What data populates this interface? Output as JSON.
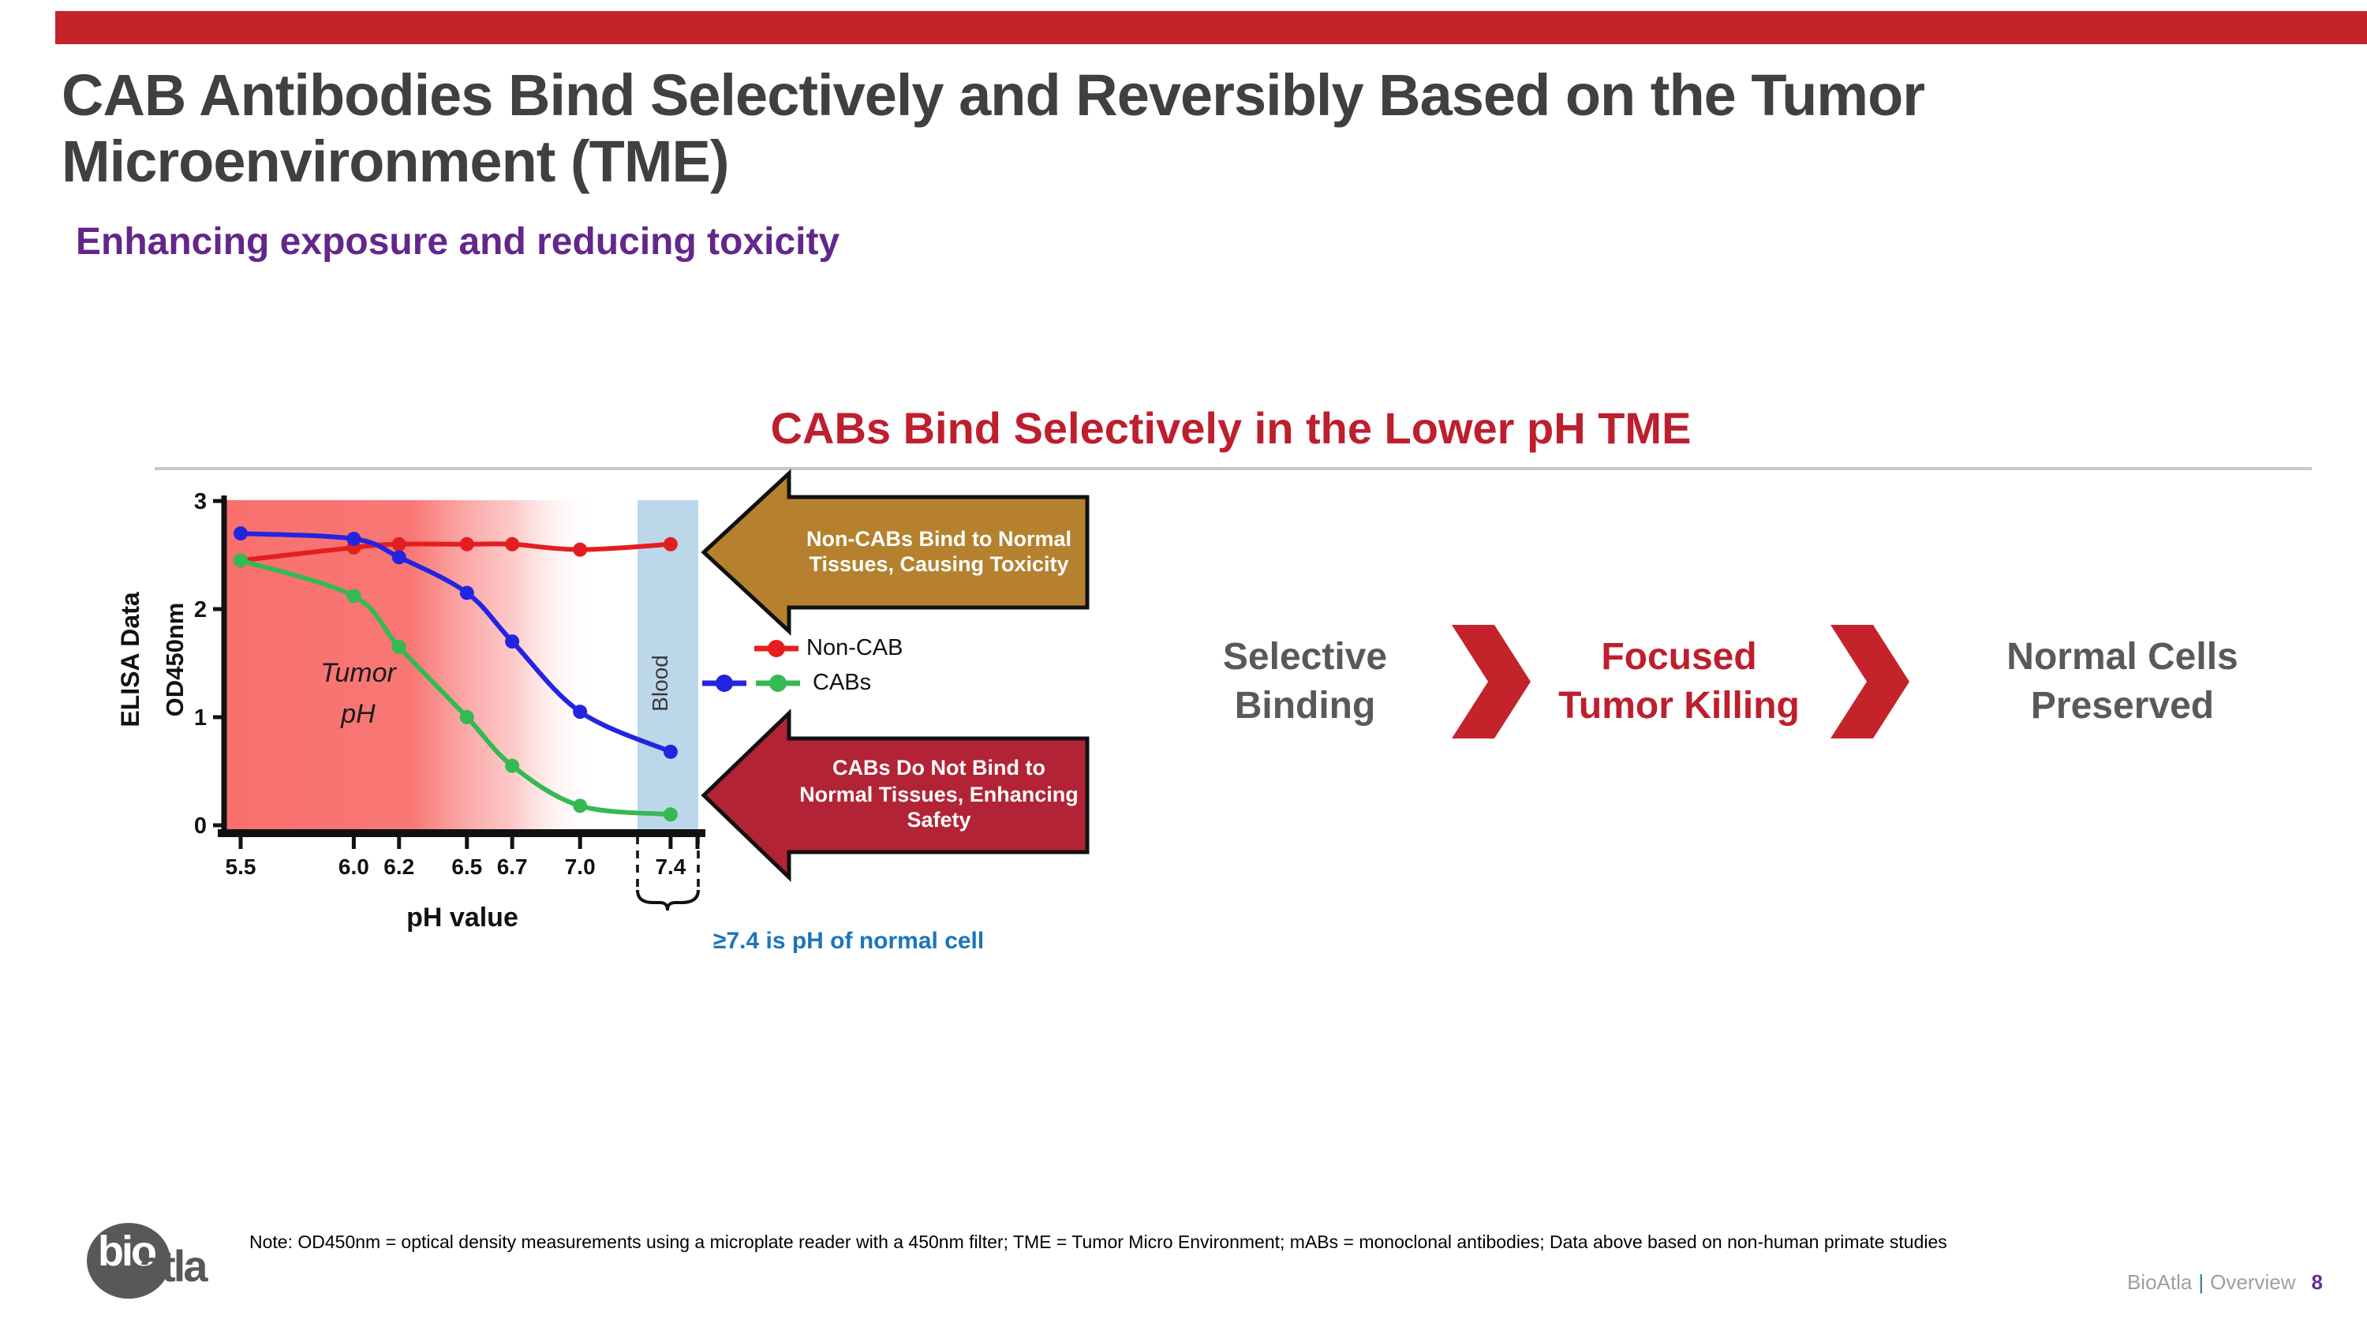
{
  "slide": {
    "top_bar_color": "#C4232C",
    "title_line1": "CAB Antibodies Bind Selectively and Reversibly Based on the Tumor",
    "title_line2": "Microenvironment (TME)",
    "subtitle": "Enhancing exposure and reducing toxicity",
    "footer": {
      "note": "Note: OD450nm = optical density measurements using a microplate reader with a 450nm filter; TME = Tumor Micro Environment; mABs = monoclonal antibodies; Data above based on non-human primate studies",
      "logo_bio": "bio",
      "logo_atla": "atla",
      "brand": "BioAtla",
      "separator": "|",
      "section": "Overview",
      "page_number": "8"
    }
  },
  "figure": {
    "title": "CABs Bind Selectively in the Lower pH TME",
    "callout_top": {
      "text_line1": "Non-CABs Bind to Normal",
      "text_line2": "Tissues, Causing Toxicity",
      "color": "#B5812E"
    },
    "callout_bottom": {
      "text_line1": "CABs Do Not Bind to",
      "text_line2": "Normal Tissues, Enhancing",
      "text_line3": "Safety",
      "color": "#B22335"
    },
    "legend": [
      {
        "label": "Non-CAB",
        "colors": [
          "#E41E20"
        ]
      },
      {
        "label": "CABs",
        "colors": [
          "#2424E0",
          "#35B952"
        ]
      }
    ],
    "ph_note": "≥7.4 is pH of normal cell"
  },
  "chart_data": {
    "type": "line",
    "title": "CABs Bind Selectively in the Lower pH TME",
    "x": [
      5.5,
      6.0,
      6.2,
      6.5,
      6.7,
      7.0,
      7.4
    ],
    "categories": [
      "5.5",
      "6.0",
      "6.2",
      "6.5",
      "6.7",
      "7.0",
      "7.4"
    ],
    "series": [
      {
        "name": "Non-CAB",
        "color": "#E41E20",
        "values": [
          2.45,
          2.57,
          2.6,
          2.6,
          2.6,
          2.55,
          2.6
        ]
      },
      {
        "name": "CABs (blue)",
        "color": "#2424E0",
        "values": [
          2.7,
          2.65,
          2.48,
          2.15,
          1.7,
          1.05,
          0.68
        ]
      },
      {
        "name": "CABs (green)",
        "color": "#35B952",
        "values": [
          2.45,
          2.12,
          1.65,
          1.0,
          0.55,
          0.18,
          0.1
        ]
      }
    ],
    "xlabel": "pH value",
    "ylabel_outer": "ELISA Data",
    "ylabel_inner": "OD450nm",
    "ylim": [
      0,
      3
    ],
    "yticks": [
      0,
      1,
      2,
      3
    ],
    "grid": false,
    "legend_position": "right of plot",
    "annotations": {
      "tumor_line1": "Tumor",
      "tumor_line2": "pH",
      "blood_band": "Blood"
    },
    "tumor_gradient_color": "#F8706E",
    "blood_band_color": "#BDD7EA"
  },
  "flow": {
    "steps": [
      {
        "line1": "Selective",
        "line2": "Binding",
        "color": "#58595B"
      },
      {
        "line1": "Focused",
        "line2": "Tumor Killing",
        "color": "#BE1E2D"
      },
      {
        "line1": "Normal Cells",
        "line2": "Preserved",
        "color": "#58595B"
      }
    ],
    "chevron_color": "#C4232C"
  }
}
